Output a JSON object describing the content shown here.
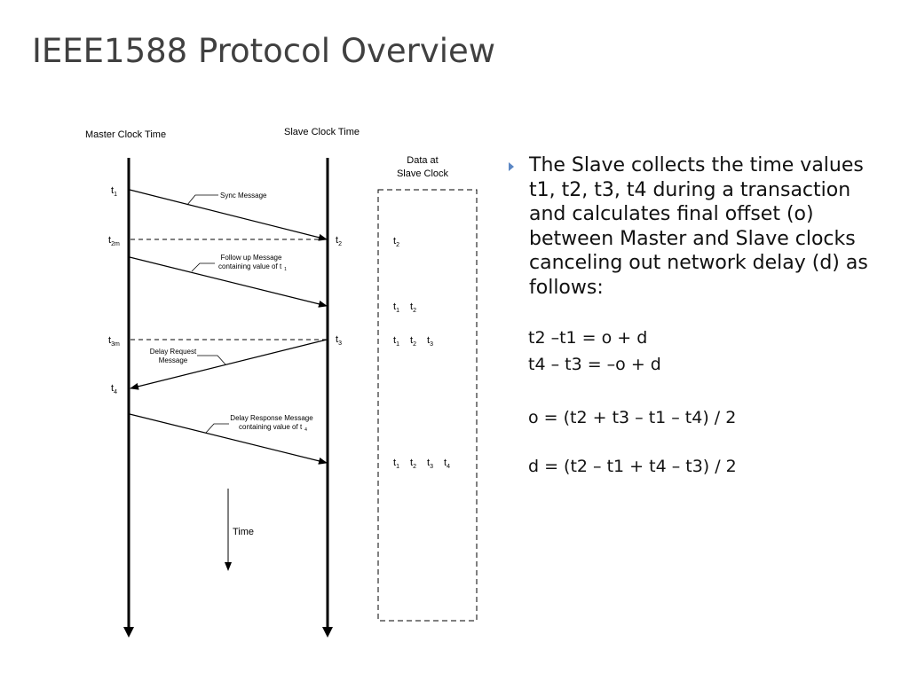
{
  "slide": {
    "title": "IEEE1588 Protocol Overview"
  },
  "diagram": {
    "master_label": "Master Clock Time",
    "slave_label": "Slave Clock Time",
    "data_label_line1": "Data at",
    "data_label_line2": "Slave Clock",
    "time_label": "Time",
    "master_marks": {
      "t1": {
        "base": "t",
        "sub": "1"
      },
      "t2m": {
        "base": "t",
        "sub": "2m"
      },
      "t3m": {
        "base": "t",
        "sub": "3m"
      },
      "t4": {
        "base": "t",
        "sub": "4"
      }
    },
    "slave_marks": {
      "t2": {
        "base": "t",
        "sub": "2"
      },
      "t3": {
        "base": "t",
        "sub": "3"
      }
    },
    "messages": {
      "sync": "Sync Message",
      "followup_line1": "Follow up Message",
      "followup_line2": "containing value of t",
      "followup_sub": "1",
      "delay_req_line1": "Delay Request",
      "delay_req_line2": "Message",
      "delay_resp_line1": "Delay Response Message",
      "delay_resp_line2": "containing value of t",
      "delay_resp_sub": "4"
    },
    "data_rows": [
      [
        "2"
      ],
      [
        "1",
        "2"
      ],
      [
        "1",
        "2",
        "3"
      ],
      [
        "1",
        "2",
        "3",
        "4"
      ]
    ],
    "data_base": "t"
  },
  "bullet": {
    "text": "The Slave collects the time values t1, t2, t3, t4 during a transaction and calculates final offset (o) between Master and Slave clocks canceling out network delay (d) as follows:"
  },
  "equations": {
    "eq1": "t2 –t1 = o + d",
    "eq2": "t4 – t3 = –o + d",
    "eq3": "o = (t2 + t3 – t1 – t4) / 2",
    "eq4": "d = (t2 – t1 + t4 – t3) / 2"
  },
  "colors": {
    "title": "#404040",
    "accent_bullet": "#5b87c4"
  }
}
